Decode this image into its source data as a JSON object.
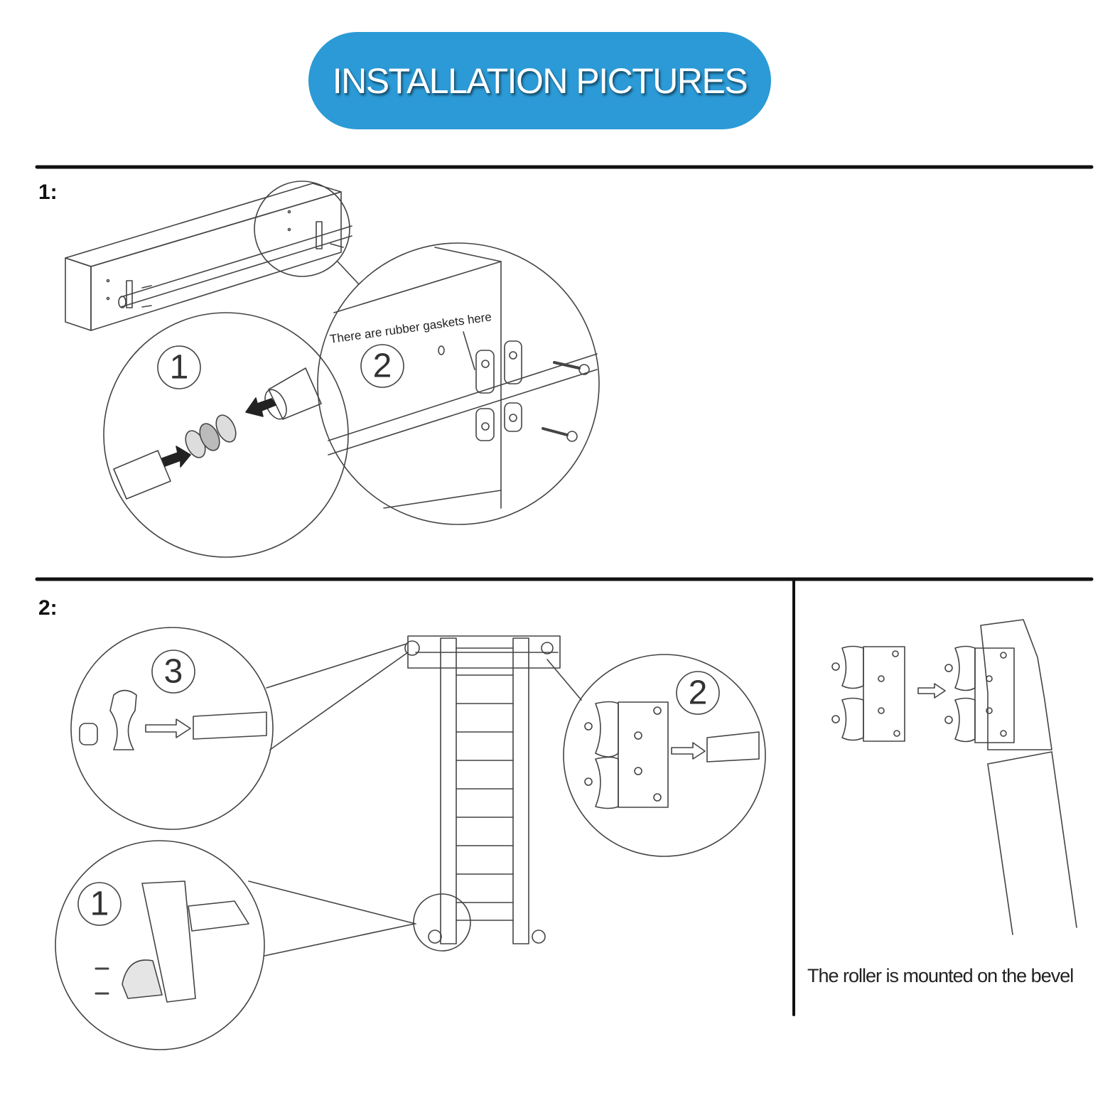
{
  "title": "INSTALLATION PICTURES",
  "colors": {
    "title_bg": "#2b9ad6",
    "title_text": "#ffffff",
    "line": "#111111"
  },
  "step1": {
    "label": "1:",
    "callout_1_number": "1",
    "callout_2_number": "2",
    "note": "There are rubber gaskets here"
  },
  "step2": {
    "label": "2:",
    "callout_1_number": "1",
    "callout_2_number": "2",
    "callout_3_number": "3",
    "caption": "The roller is mounted on the bevel"
  }
}
